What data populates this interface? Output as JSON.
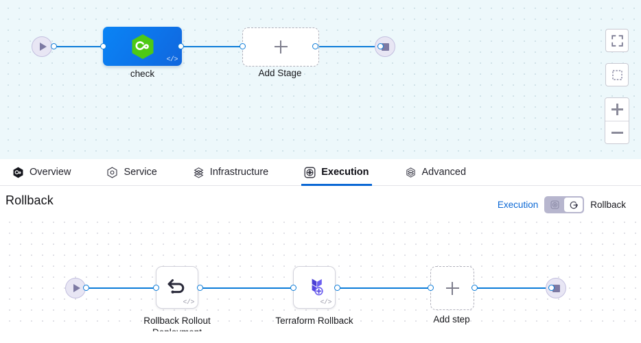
{
  "stage_canvas": {
    "start_node": {
      "icon": "play-icon",
      "label": ""
    },
    "end_node": {
      "icon": "stop-icon",
      "label": ""
    },
    "stage": {
      "label": "check",
      "icon": "harness-hexagon-icon",
      "code_badge": "</>"
    },
    "add_stage": {
      "label": "Add Stage",
      "icon": "plus-icon"
    },
    "tools": [
      {
        "name": "fullscreen-icon",
        "label": ""
      },
      {
        "name": "zoom-to-fit-icon",
        "label": ""
      },
      {
        "name": "zoom-in-icon",
        "label": ""
      },
      {
        "name": "zoom-out-icon",
        "label": ""
      }
    ]
  },
  "tabs": [
    {
      "label": "Overview",
      "icon": "harness-hexagon-icon",
      "active": false
    },
    {
      "label": "Service",
      "icon": "service-hexagon-icon",
      "active": false
    },
    {
      "label": "Infrastructure",
      "icon": "infrastructure-layers-icon",
      "active": false
    },
    {
      "label": "Execution",
      "icon": "execution-icon",
      "active": true
    },
    {
      "label": "Advanced",
      "icon": "advanced-layers-icon",
      "active": false
    }
  ],
  "rollback_section": {
    "title": "Rollback",
    "toggle": {
      "left_label": "Execution",
      "right_label": "Rollback",
      "left_icon": "execution-icon",
      "right_icon": "rollback-arrow-icon",
      "selected": "Rollback"
    }
  },
  "step_canvas": {
    "start_node": {
      "icon": "play-icon"
    },
    "end_node": {
      "icon": "stop-icon"
    },
    "steps": [
      {
        "label": "Rollback Rollout Deployment",
        "icon": "rollback-undo-icon",
        "code_badge": "</>"
      },
      {
        "label": "Terraform Rollback",
        "icon": "terraform-icon",
        "code_badge": "</>"
      }
    ],
    "add_step": {
      "label": "Add step",
      "icon": "plus-icon"
    }
  },
  "colors": {
    "edge": "#0a7bd8",
    "accent": "#0a67d4",
    "stage_blue": "#0d78ee",
    "harness_green": "#4dc915",
    "terraform_purple": "#5c4ee5",
    "terminal_fill": "#e8e6f4",
    "canvas_top_bg": "#edf8fb",
    "canvas_bottom_bg": "#ffffff"
  }
}
